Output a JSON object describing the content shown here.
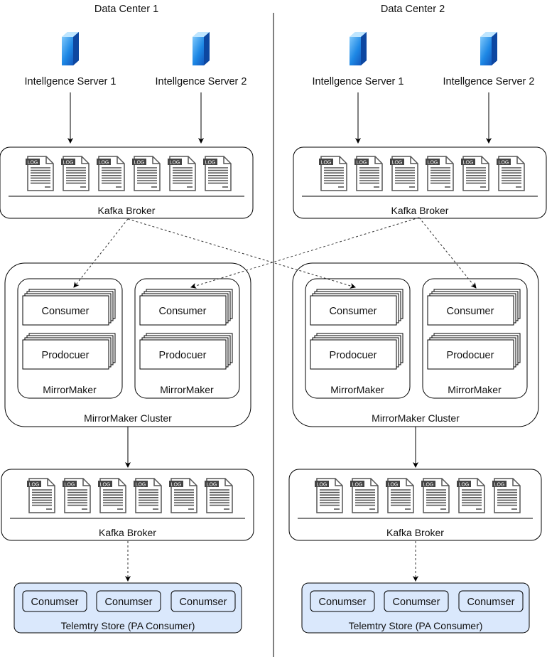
{
  "data_centers": [
    {
      "title": "Data Center 1",
      "servers": [
        {
          "label": "Intellgence Server 1",
          "icon": "server-icon"
        },
        {
          "label": "Intellgence Server 2",
          "icon": "server-icon"
        }
      ],
      "source_broker": {
        "label": "Kafka Broker",
        "log_badge": "LOG",
        "log_count": 6
      },
      "mirrormaker_cluster": {
        "label": "MirrorMaker Cluster",
        "nodes": [
          {
            "label": "MirrorMaker",
            "consumer": "Consumer",
            "producer": "Prodocuer"
          },
          {
            "label": "MirrorMaker",
            "consumer": "Consumer",
            "producer": "Prodocuer"
          }
        ]
      },
      "target_broker": {
        "label": "Kafka Broker",
        "log_badge": "LOG",
        "log_count": 6
      },
      "telemetry_store": {
        "label": "Telemtry Store (PA Consumer)",
        "consumers": [
          "Conumser",
          "Conumser",
          "Conumser"
        ]
      }
    },
    {
      "title": "Data Center 2",
      "servers": [
        {
          "label": "Intellgence Server 1",
          "icon": "server-icon"
        },
        {
          "label": "Intellgence Server 2",
          "icon": "server-icon"
        }
      ],
      "source_broker": {
        "label": "Kafka Broker",
        "log_badge": "LOG",
        "log_count": 6
      },
      "mirrormaker_cluster": {
        "label": "MirrorMaker Cluster",
        "nodes": [
          {
            "label": "MirrorMaker",
            "consumer": "Consumer",
            "producer": "Prodocuer"
          },
          {
            "label": "MirrorMaker",
            "consumer": "Consumer",
            "producer": "Prodocuer"
          }
        ]
      },
      "target_broker": {
        "label": "Kafka Broker",
        "log_badge": "LOG",
        "log_count": 6
      },
      "telemetry_store": {
        "label": "Telemtry Store (PA Consumer)",
        "consumers": [
          "Conumser",
          "Conumser",
          "Conumser"
        ]
      }
    }
  ],
  "colors": {
    "telemetry_fill": "#dae8fc",
    "server_blue": "#1e88e5",
    "stroke": "#000000",
    "log_badge": "#333333"
  }
}
